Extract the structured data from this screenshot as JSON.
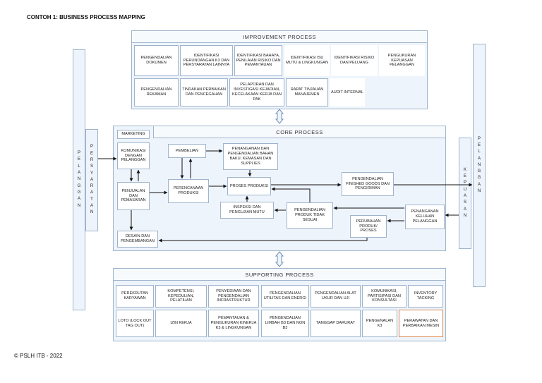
{
  "page": {
    "title": "CONTOH 1: BUSINESS PROCESS MAPPING",
    "footer": "© PSLH ITB - 2022"
  },
  "side": {
    "left_outer": "PELANGGAN",
    "left_inner": "PERSYARATAN",
    "right_outer": "PELANGGAN",
    "right_inner": "KEPUASAN"
  },
  "improvement": {
    "header": "IMPROVEMENT PROCESS",
    "row1": [
      "PENGENDALIAN DOKUMEN",
      "IDENTIFIKASI PERUNDANGAN K3 DAN PERSYARATAN LAINNYA",
      "IDENTIFIKASI BAHAYA, PENILAIAN RISIKO DAN PEMANTAUAN",
      "IDENTIFIKASI ISU MUTU & LINGKUNGAN",
      "IDENTIFIKASI RISIKO DAN PELUANG",
      "PENGUKURAN KEPUASAN PELANGGAN"
    ],
    "row2": [
      "PENGENDALIAN REKAMAN",
      "TINDAKAN PERBAIKAN DAN PENCEGAHAN",
      "PELAPORAN DAN INVESTIGASI KEJADIAN, KECELAKAAN KERJA DAN PAK",
      "RAPAT TINJAUAN MANAJEMEN",
      "AUDIT INTERNAL"
    ]
  },
  "core": {
    "header": "CORE PROCESS",
    "marketing": "MARKETING",
    "komunikasi": "KOMUNIKASI DENGAN PELANGGAN",
    "penjualan": "PENJUALAN DAN PEMASARAN",
    "desain": "DESAIN DAN PENGEMBANGAN",
    "pembelian": "PEMBELIAN",
    "perencanaan": "PERENCANAAN PRODUKSI",
    "penanganan_bahan": "PENANGANAN DAN PENGENDALIAN BAHAN BAKU, KEMASAN DAN SUPPLIES",
    "proses_produksi": "PROSES PRODUKSI",
    "inspeksi": "INSPEKSI DAN PENGUJIAN MUTU",
    "pengendalian_tidak_sesuai": "PENGENDALIAN PRODUK TIDAK SESUAI",
    "finished_goods": "PENGENDALIAN FINISHED GOODS DAN PENGIRIMAN",
    "perubahan": "PERUBAHAN PRODUK/ PROSES",
    "keluhan": "PENANGANAN KELUHAN PELANGGAN"
  },
  "supporting": {
    "header": "SUPPORTING PROCESS",
    "row1": [
      "PEREKRUTAN KARYAWAN",
      "KOMPETENSI, KEPEDULIAN, PELATIHAN",
      "PENYEDIAAN DAN PENGENDALIAN INFRASTRUKTUR",
      "PENGENDALIAN UTILITAS DAN ENERGI",
      "PENGENDALIAN ALAT UKUR DAN UJI",
      "KOMUNIKASI, PARTISIPASI DAN KONSULTASI",
      "INVENTORY TACKING"
    ],
    "row2": [
      "LOTO (LOCK OUT TAG OUT)",
      "IZIN KERJA",
      "PEMANTAUAN & PENGUKURAN KINERJA K3 & LINGKUNGAN",
      "PENGENDALIAN LIMBAH B3 DAN NON B3",
      "TANGGAP DARURAT",
      "PENGENALAN K3",
      "PERAWATAN DAN PERBAIKAN MESIN"
    ]
  }
}
